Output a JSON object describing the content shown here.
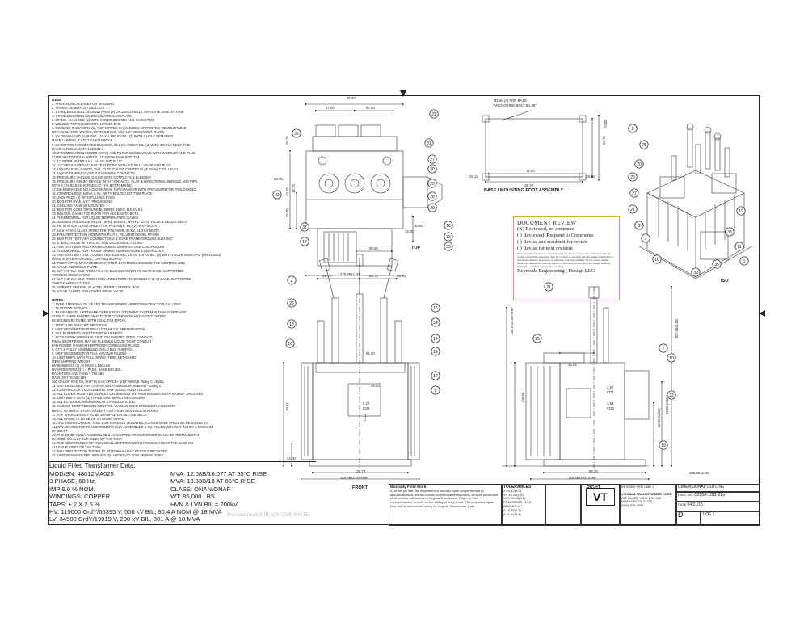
{
  "notes": {
    "items_header": "ITEMS",
    "items": [
      "1. PROVISION ON BASE FOR SKIDDING",
      "2. TRANSFORMER LIFTING LUGS",
      "3. STAINLESS STEEL GROUND PADS (2) ON DIAGONALLY OPPOSITE SIDE OF TANK",
      "4. STAINLESS STEEL DIAGRAMMATIC NAMEPLATE",
      "5. 20\" DIA. MANHOLE (2) WITH COVER (BOLTED AND GASKETED)",
      "6. WELDED TOP COVER WITH LIFTING EYE.",
      "7. COOLING RADIATORS (5), HOT DIPPED GALVANIZED, UNPAINTED, DEMOUNTABLE",
      "   WITH ISOLATION VALVES, LIFTING EYES, AND 1/2\" DRAIN/VENT PLUGS",
      "8. HV DRAW-LEAD BUSHING, 115 KV, 550 KV BIL, (3) WITH 4 HOLE NEMA PAD",
      "   MAKE LAPPING, CAT# 115LW115/800-4",
      "9. LV BOTTOM CONNECTED BUSHING, 34.5 KV, 200 KV BIL, (4) WITH 4 HOLE NEMA PAD",
      "   MAKE VARIOUS, CAT# 1040631-1",
      "10. 2\" COMBINATION LOWER DRAIN AND FILTER GLOBE VALVE WITH SAMPLER AND PLUG",
      "    SUPPLIED TO DRAIN WITHIN 1/2\" FROM TANK BOTTOM",
      "11. 1\" UPPER FILTER BALL VALVE AND PLUG",
      "12. 1/2\" PRESSURE/VACUUM TEST POINT WITH 1/2\" BALL VALVE AND PLUG",
      "13. LIQUID LEVEL GAUGE, DIAL TYPE, GAUGE CENTER IS AT 25deg C OIL LEVEL",
      "14. LIQUID TEMPERATURE GAUGE WITH CONTACTS",
      "15. PRESSURE VACUUM GAUGE WITH CONTACTS & BLEEDER",
      "16. PRESSURE RELIEF DEVICE WITH CONTACTS, FLAG & DIRECTIONAL SHROUD AND PIPE",
      "    WITH A STAINLESS SCREEN AT THE BOTTOM END.",
      "17. DE-ENERGIZED NO LOAD MANUAL TAP CHANGER WITH PROVISION FOR PADLOCKING",
      "18. CONTROL BOX, NEMA 4, AL., WITH BOLTED BOTTOM PLATE",
      "19. JACK PADS (4) WITH PULLING EYES",
      "20. BOX FOR HV & LV CT PROVISIONS",
      "21. COOLING FANS (4) MOUNTED",
      "22. BOX FOR CORE GROUND BUSHING, 15 KV, 110 KV BIL",
      "23. BOLTED, GASKETED PLATE FOR ACCESS TO BCTS",
      "24. THERMOWELL FOR LIQUID TEMPERATURE GAUGE",
      "25. SUDDEN PRESSURE RELAY (SPR), SERIES, WITH 1\" GATE VALVE & SEALIN RELAY",
      "26. HV STATION CLASS ARRESTER, POLYMER, 96 KV, 76 KV MCOV",
      "27. LV STATION CLASS ARRESTER, POLYMER, 30 KV, 24.4 KV MCOV",
      "28. FALL PROTECTION MOUNTING PLATE, PELGRIM MODEL FP-MW",
      "29. BOX FOR TERTIARY CONNECTIONS & CORE FRAME GROUND BUSHING",
      "30. 2\" BALL VALVE WITH PLUG, FOR VACUUM OIL FILLING",
      "31. TERTIARY BOX AND TRANSFORMER TEMPERATURE CONTROLLER",
      "32. THERMOWELL FOR TRANSFORMER TEMPERATURE CONTROLLER",
      "33. TERTIARY BOTTOM CONNECTED BUSHING, 15 KV, 110 KV BIL, (2) WITH 4 HOLE NEMA PAD (UNLOADED)",
      "    MAKE IN INTERNATIONAL, CAT# 5014638-0D",
      "34. FIBER-OPTIC MANAGEMENT SYSTEM & I/O MODULE INSIDE THE CONTROL BOX",
      "35. VALVE SCHEDULE PLATE",
      "36. 1/4\" X 3\" CU. BUS FROM HS & X0 BUSHING DOWN TO NEAR BASE, SUPPORTED",
      "    THROUGH INSULATORS",
      "37. 1/4\" X 3\" CU. BUS FROM HV/LV ARRESTERS TO GROUND PAD AT BASE, SUPPORTED",
      "    THROUGH INSULATORS",
      "38. AMBIENT SENSOR, PLACED UNDER CONTROL BOX",
      "39. VALVE GUARD FOR LOWER DRAIN VALVE"
    ],
    "notes_header": "NOTES",
    "notes": [
      "1. TYPE II MINERAL OIL FILLED TRANSFORMER, APPROXIMATELY 3740 GALLONS",
      "2. OUTDOOR SERVICE",
      "3. PAINT ANSI-70, URETHANE OVER EPOXY (VT) PAINT SYSTEM IN TANK INSIDE AND",
      "   CORE CLAMPS PAINTED WHITE. TOP COVER WITH ANTI-SKID COATING,",
      "   BASE UNDERCOATED WITH COAL-TAR EPOXY.",
      "4. TOUCH UP PAINT KIT PROVIDED",
      "5. UNIT DESIGNED FOR SEALED TANK OIL PRESERVATION",
      "6. SEE ELEMENTS SHEETS FOR SCHEMATIC",
      "7. ACCESSORY WIRING IN RIGID GALVANIZED STEEL CONDUIT,",
      "   FINAL SHORT RUNS MAY BE FLEXIBLE LIQUID TIGHT CONDUIT.",
      "   FAN POWER VIA WEATHERPROOF CORDS AND PLUGS",
      "8. CT'S & FULLY ASSEMBLED, GOLD BUS SHIPPED",
      "9. UNIT DESIGNED FOR FULL VACUUM FILLING",
      "10. UNIT SHIPS WITH FOLLOWING ITEMS DETACHED:",
      "    ITEM                                   SHIPPING WEIGHT",
      "    HV BUSHINGS (3) / 4 PADS                    1,100 LBS",
      "    HV ARRESTERS (3) / 4 PADS, BASE              620 LBS",
      "    RADIATORS AND FANS                        7,700 LBS",
      "    MAIN UNIT                                 70,400 LBS",
      "",
      "    260 GAL OF RAD OIL SHIP IN GAS SPACE+ 1/10\" ABOVE 25deg C LEVEL",
      "11. UNIT DESIGNED FOR OPERATION AT MINIMUM AMBIENT -20deg C",
      "12. CONTRACTOR'S DOCUMENTS SHIP INSIDE CONTROL BOX",
      "13. ALL COVER MOUNTED DEVICES ON MINIMUM 1/4\" HIGH BOSSES, WITH GASKET GROOVES",
      "14. UNIT SHIPS WITH (3) THREE AXIS IMPACT RECORDERS",
      "15. ALL EXTERNAL HARDWARE IS STAINLESS STEEL",
      "16. GASKET COMPRESSION CONTROL VIA MACHINED GROOVE FLANGES OR",
      "    METAL TO METAL STOPS EXCEPT FOR ITEMS MOUNTED IN BOXES",
      "17. TAP SPRR SERIAL # TO BE STAMPED ON SEC'S & SEC'S",
      "18. ALL GASKETS TO BE OF VITON MATERIAL",
      "19. THE TRANSFORMER, TANK & EXTERNALLY MOUNTED ACCESSORIES SHALL BE DESIGNED TO",
      "    ALLOW MOVING THE TRANSFORMER FULLY ASSEMBLED & OIL-FILLED WITHOUT INJURY A MINIMUM",
      "    OF 300 FT",
      "20. THE CG OF FULLY ASSEMBLED & AS SHIPPED TRANSFORMER SHALL BE PERMANENTLY",
      "    MARKED ON ALL FOUR SIDES OF THE TANK",
      "21. THE CENTERLINES OF TANK SHALL BE PERMANENTLY MARKED NEAR THE BASE ON",
      "    ALL FOUR SIDES OF THE TANK",
      "22. FALL PROTECTION TOWER (FLAT) FOR HALIFAX FT-0711S PROVIDED",
      "23. UNIT DESIGNED PER IEEE 693, QUALIFIED TO LOW SEISMIC ZONE"
    ]
  },
  "ratings": {
    "title": "Liquid Filled Transformer Data:",
    "lines_left": [
      "MOD/SN: 48012MA025",
      "3 PHASE, 60 Hz",
      "IMP 9.0 % NOM.",
      "WINDINGS: COPPER",
      "TAPS: ± 2 X 2.5 %"
    ],
    "lines_right": [
      "MVA: 12.08B/16.077 AT 55°C RISE",
      "MVA: 13.33B/18 AT 65°C RISE",
      "CLASS: ONAN/ONAF",
      "WT: 85,000 LBS",
      "HVN & LVN BIL = 200kV"
    ],
    "hv": "HV: 115000 GrdY/66395 V, 550 kV BIL, 90.4 A NOM @ 18 MVA",
    "lv": "LV: 34500 GrdY/19919 V, 200 kV BIL, 301 A @ 18 MVA"
  },
  "review": {
    "title": "DOCUMENT REVIEW",
    "options": [
      "(X) Reviewed, no comment",
      "( ) Reviewed, Respond to Comments",
      "( ) Revise and resubmit for review",
      "( ) Revise for next revision"
    ],
    "fine_print": "Reviewed only for general conformity with the design concept and compliance with the contract documents. Reviewer does not warrant or represent that the design is sufficient or that the information is accurate or complete. Sole responsibility for the correct design, details and dimensions, and any aspects of the submittal that affect the design, methods, techniques, sequences, procedures or safety.",
    "firm": "Reynolds Engineering | Design LLC"
  },
  "views": {
    "top": "TOP",
    "base": "BASE / MOUNTING FOOT ASSEMBLY",
    "front": "FRONT",
    "right": "RIGHT",
    "iso": "ISO"
  },
  "dims": {
    "top": [
      "75.50",
      "57.00",
      "57.00",
      "23.25",
      "20.00",
      "95.50",
      "20.00",
      "16.00",
      "275.88±2.00",
      "23.75",
      "12.75",
      "25.75"
    ],
    "base": [
      "Ø1.50 (4) FOR BASE",
      "ANCHORING BOLT Ø1.38\"",
      "72.50",
      "29.13",
      "29.13",
      "130.75",
      "56.75",
      "72.00"
    ],
    "front": [
      "59.73",
      "69.73",
      "59.73",
      "61.00",
      "49.50",
      "5.17",
      "CG1",
      "130.75",
      "189.29±2.00 SHIP",
      "24.00",
      "18.37",
      "CG2"
    ],
    "right": [
      "33.02",
      "2.67",
      "CG1",
      "3.54",
      "CG2",
      "95.25",
      "120.35±2.00 SHIP",
      "188.88±2.00",
      "140.37±2.00 SHIP",
      "100.50",
      "207.98±2.00",
      "82.65 (CG1)",
      "62.95 (CG2)"
    ]
  },
  "title_block": {
    "warranty_title": "Warranty Field Work:",
    "warranty_text": "If, at the job site, the equipment is found to have not performed to specifications or results in work covered under warranty, all work performed shall provide full access to Virginia Transformer Corp., or their representatives to work on the rolling of the job site. The extended repair time will be determined solely by Virginia Transformer Corp.",
    "tolerances": "TOLERANCES",
    "tol_lines": [
      "X ±0.12(3.0)",
      "XX ±0.06(1.5)",
      "XXX ±0.03(0.8)",
      "FRACTIONS ±1/16",
      "ANGLES ±1°"
    ],
    "tol_lines2": [
      "Δ ±0.25(6.3)",
      "Δ ±1.0(25.4)"
    ],
    "logo": "VT",
    "company": "VIRGINIA TRANSFORMER CORP.",
    "address": "220 GLADE VIEW DR., N.E. ROANOKE VA 24012",
    "phone": "(540) 345-9892",
    "drawing_title": "DIMENSIONAL OUTLINE",
    "dwg_no_label": "DWG. NO.",
    "dwg_no": "C220A-1011-01a",
    "date_label": "DATE",
    "date": "04/21/15",
    "rev": "D",
    "sheet": "1 OF 1",
    "revisions_label": "REVISED PER CMB 1",
    "faint": "Previous mark  B  BLACK CMB  WHITE"
  },
  "balloons": {
    "top": [
      "21",
      "36",
      "31",
      "27",
      "30",
      "23",
      "28",
      "29",
      "22",
      "37",
      "17",
      "18",
      "33",
      "33"
    ],
    "front": [
      "2",
      "26",
      "13",
      "16",
      "15",
      "34",
      "14",
      "24",
      "12",
      "9"
    ],
    "right": [
      "21",
      "25",
      "7",
      "10",
      "32",
      "19"
    ],
    "iso": [
      "8",
      "25",
      "20",
      "26",
      "27",
      "21",
      "3",
      "7",
      "11",
      "1",
      "10",
      "35",
      "38",
      "39",
      "19"
    ]
  }
}
